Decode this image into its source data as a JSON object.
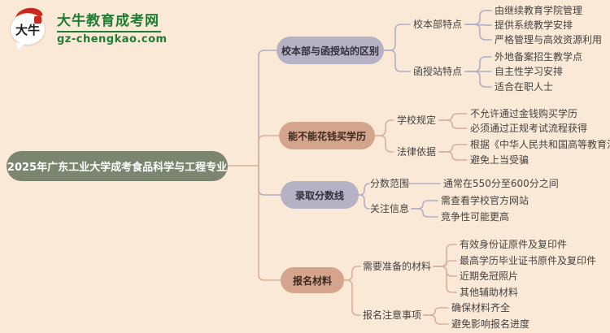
{
  "logo": {
    "icon_text": "大牛",
    "title": "大牛教育成考网",
    "url": "gz-chengkao.com",
    "brand_color": "#1e7c33"
  },
  "colors": {
    "background": "#fbe9d8",
    "root_bg": "#7c856f",
    "gray_theme": "#b6b2c5",
    "tan_theme": "#d4a48d",
    "gray_line": "#b2aec3",
    "tan_line": "#d6b09a"
  },
  "root": {
    "label": "2025年广东工业大学成考食品科学与工程专业"
  },
  "branches": [
    {
      "label": "校本部与函授站的区别",
      "theme": "gray",
      "children": [
        {
          "label": "校本部特点",
          "leaves": [
            "由继续教育学院管理",
            "提供系统教学安排",
            "严格管理与高效资源利用"
          ]
        },
        {
          "label": "函授站特点",
          "leaves": [
            "外地备案招生教学点",
            "自主性学习安排",
            "适合在职人士"
          ]
        }
      ]
    },
    {
      "label": "能不能花钱买学历",
      "theme": "tan",
      "children": [
        {
          "label": "学校规定",
          "leaves": [
            "不允许通过金钱购买学历",
            "必须通过正规考试流程获得"
          ]
        },
        {
          "label": "法律依据",
          "leaves": [
            "根据《中华人民共和国高等教育法》",
            "避免上当受骗"
          ]
        }
      ]
    },
    {
      "label": "录取分数线",
      "theme": "gray",
      "children": [
        {
          "label": "分数范围",
          "leaves": [
            "通常在550分至600分之间"
          ]
        },
        {
          "label": "关注信息",
          "leaves": [
            "需查看学校官方网站",
            "竞争性可能更高"
          ]
        }
      ]
    },
    {
      "label": "报名材料",
      "theme": "tan",
      "children": [
        {
          "label": "需要准备的材料",
          "leaves": [
            "有效身份证原件及复印件",
            "最高学历毕业证书原件及复印件",
            "近期免冠照片",
            "其他辅助材料"
          ]
        },
        {
          "label": "报名注意事项",
          "leaves": [
            "确保材料齐全",
            "避免影响报名进度"
          ]
        }
      ]
    }
  ]
}
